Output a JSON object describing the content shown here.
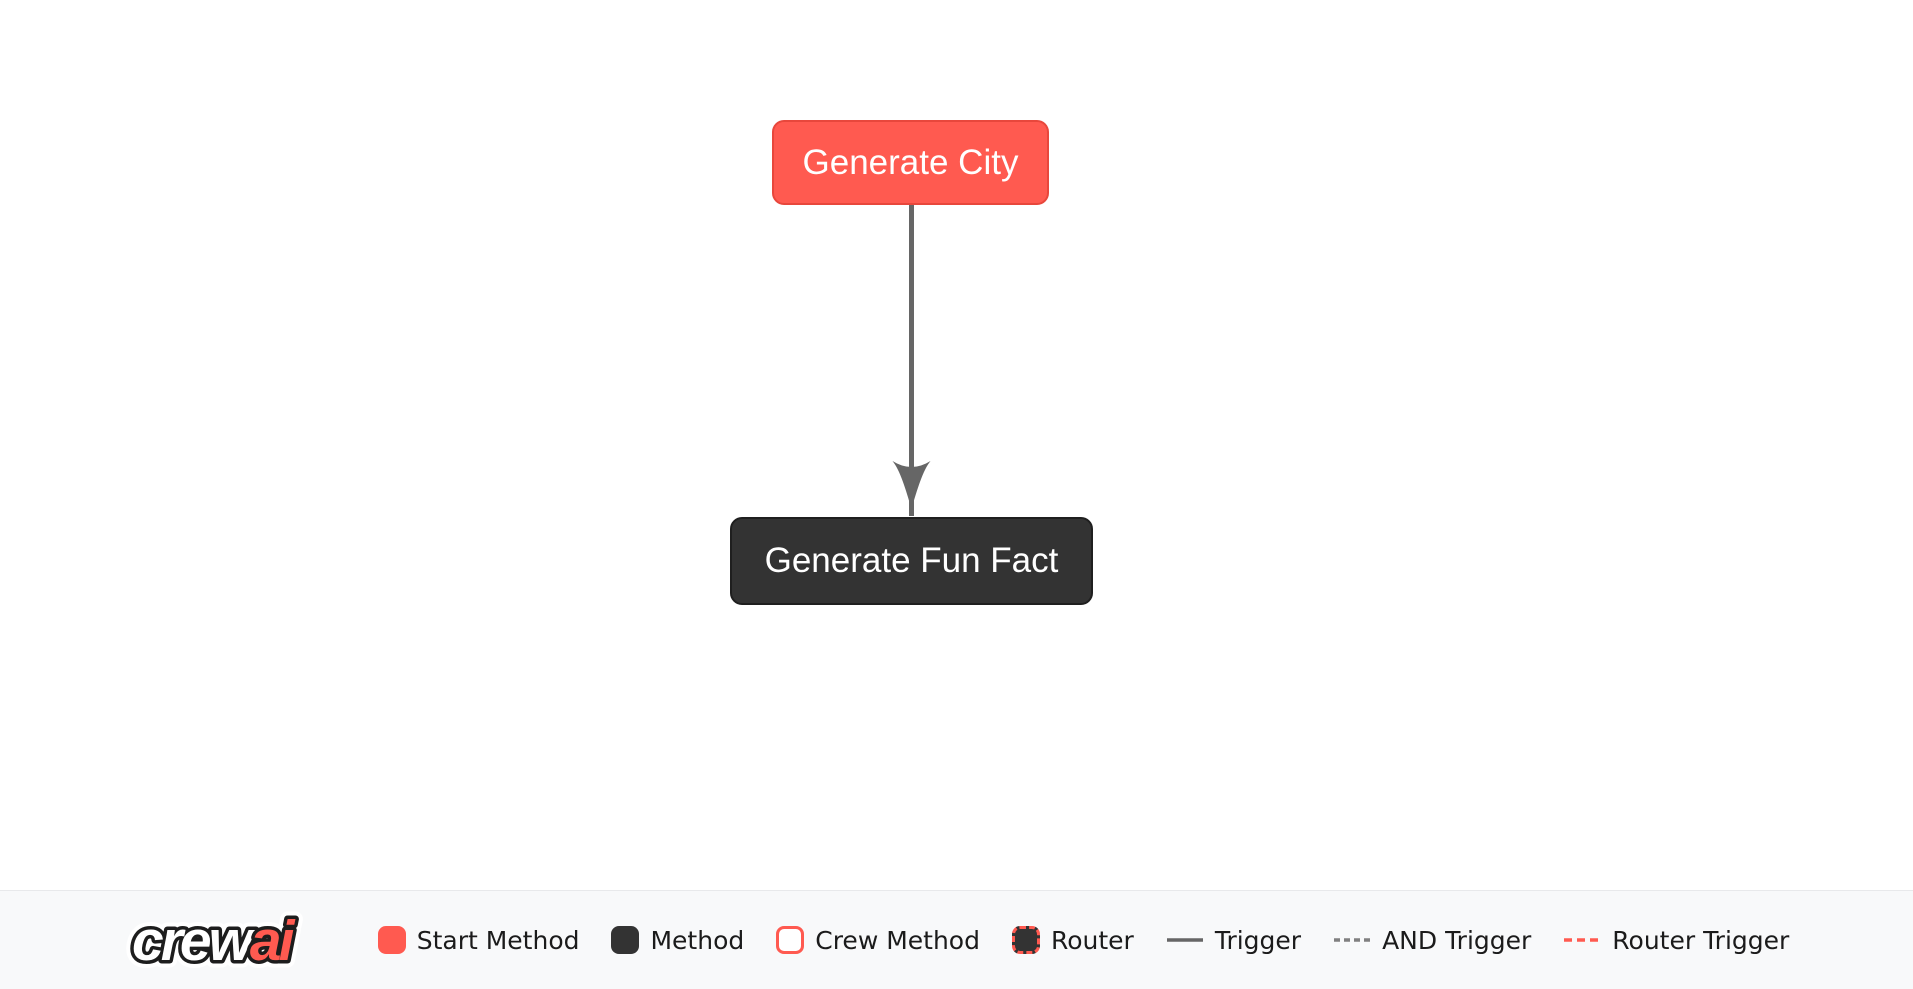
{
  "flow": {
    "nodes": [
      {
        "label": "Generate City",
        "type": "start-method"
      },
      {
        "label": "Generate Fun Fact",
        "type": "method"
      }
    ],
    "edge": {
      "from": "Generate City",
      "to": "Generate Fun Fact",
      "type": "trigger"
    }
  },
  "legend": {
    "logo": {
      "crew": "crew",
      "ai": "ai"
    },
    "items": [
      {
        "label": "Start Method",
        "swatch": "start-method"
      },
      {
        "label": "Method",
        "swatch": "method"
      },
      {
        "label": "Crew Method",
        "swatch": "crew-method"
      },
      {
        "label": "Router",
        "swatch": "router"
      },
      {
        "label": "Trigger",
        "swatch": "trigger-line",
        "line_color": "#666666",
        "dash": ""
      },
      {
        "label": "AND Trigger",
        "swatch": "and-trigger-line",
        "line_color": "#808080",
        "dash": "6 4"
      },
      {
        "label": "Router Trigger",
        "swatch": "router-trigger-line",
        "line_color": "#FF5A50",
        "dash": "8 5"
      }
    ]
  },
  "colors": {
    "start-method": "#FF5A50",
    "start-method-border": "#E8473C",
    "method": "#333333",
    "method-border": "#1F1F1F",
    "crew-method-border": "#FF5A50",
    "edge": "#666666",
    "legend-bg": "#F8F9FA",
    "legend-border": "#E8E9EB",
    "node-text": "#FFFFFF",
    "legend-text": "#1B1B1B",
    "logo-outline": "#1D1D1D",
    "logo-crew": "#FFFFFF",
    "logo-ai": "#FF5A50"
  }
}
